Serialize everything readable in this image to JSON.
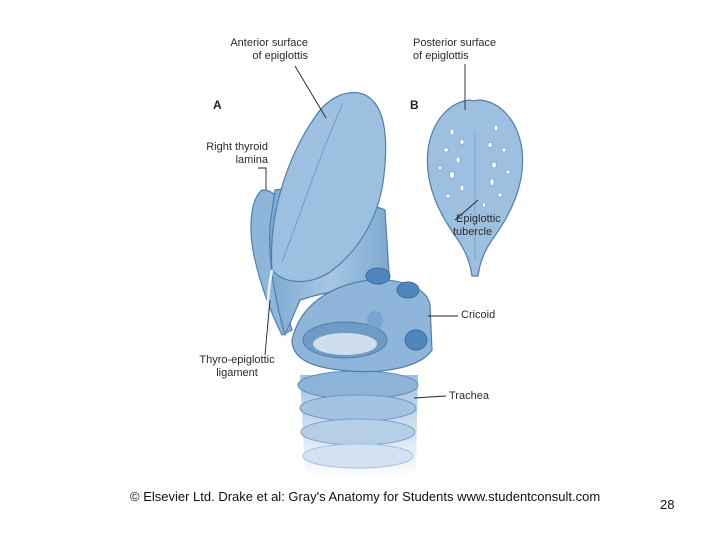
{
  "figure": {
    "panels": {
      "a": "A",
      "b": "B"
    },
    "labels": {
      "anterior_surface": [
        "Anterior surface",
        "of epiglottis"
      ],
      "posterior_surface": [
        "Posterior surface",
        "of epiglottis"
      ],
      "right_thyroid_lamina": [
        "Right thyroid",
        "lamina"
      ],
      "epiglottic_tubercle": [
        "Epiglottic",
        "tubercle"
      ],
      "cricoid": "Cricoid",
      "thyro_epiglottic_ligament": [
        "Thyro-epiglottic",
        "ligament"
      ],
      "trachea": "Trachea"
    },
    "colors": {
      "tissue_light": "#a9c8e2",
      "tissue_mid": "#8db4d8",
      "tissue_dark": "#5f8fbe",
      "outline": "#4d7fae"
    }
  },
  "footer": {
    "credit": "© Elsevier Ltd. Drake et al: Gray's Anatomy for Students www.studentconsult.com",
    "page_number": "28"
  }
}
